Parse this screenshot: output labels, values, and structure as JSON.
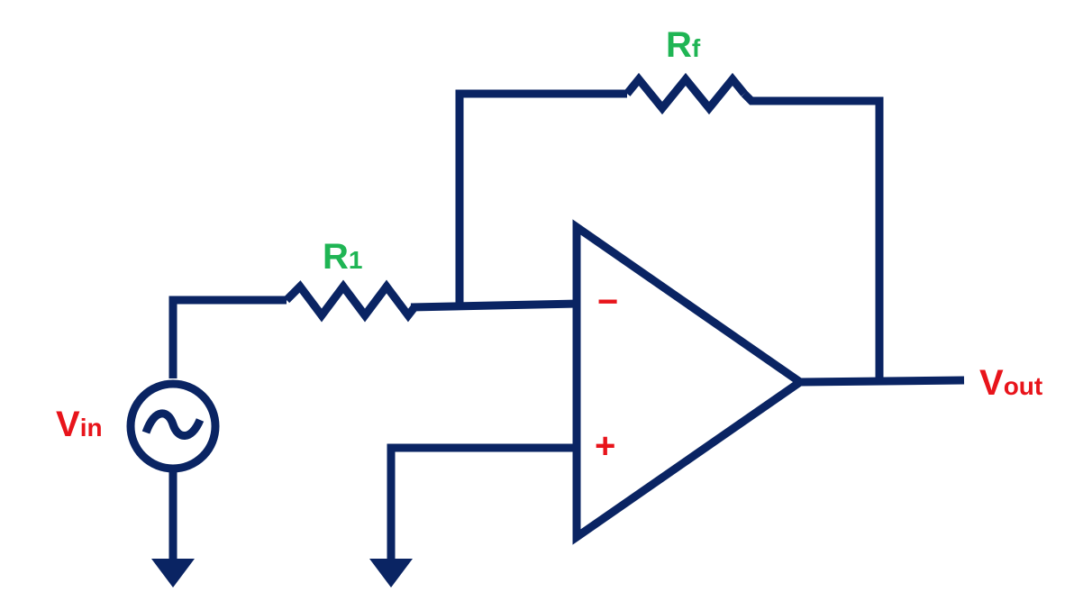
{
  "colors": {
    "wire": "#0a2463",
    "component_label": "#1fb554",
    "signal_label": "#e8141b",
    "background": "#ffffff"
  },
  "labels": {
    "rf": {
      "main": "R",
      "sub": "f"
    },
    "r1": {
      "main": "R",
      "sub": "1"
    },
    "vin": {
      "main": "V",
      "sub": "in"
    },
    "vout": {
      "main": "V",
      "sub": "out"
    },
    "inverting_sign": "−",
    "noninverting_sign": "+"
  },
  "icons": {
    "source": "ac-source-icon",
    "ground": "ground-icon"
  }
}
